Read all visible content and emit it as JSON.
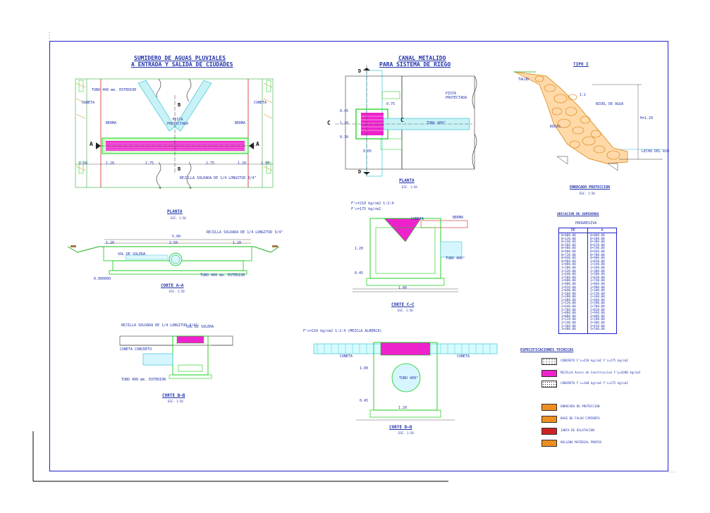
{
  "sheet": {
    "bg": "#ffffff",
    "frame_color": "#2222cc",
    "text_color": "#2233aa"
  },
  "drawing1": {
    "title_line1": "SUMIDERO DE AGUAS PLUVIALES",
    "title_line2": "A ENTRADA Y SALIDA DE CIUDADES",
    "plan_title": "PLANTA",
    "plan_scale": "ESC. 1:50",
    "label_cuneta_l": "CUNETA",
    "label_cuneta_r": "CUNETA",
    "label_berma_l": "BERMA",
    "label_berma_r": "BERMA",
    "label_pista": "PISTA PROYECTADA",
    "label_tubo": "TUBO 400 mm. EXTERIOR",
    "label_rejilla": "REJILLA SOLDADA DE 1/4 LONGITUD 3/4\"",
    "label_a": "A",
    "label_b": "B",
    "dims": [
      "1.50",
      "1.20",
      "2.75",
      "2.75",
      "1.20",
      "1.50"
    ],
    "section_aa_title": "CORTE A—A",
    "section_aa_scale": "ESC. 1:50",
    "aa_top_dim": "5.00",
    "aa_dims": [
      "1.20",
      "2.50",
      "1.20"
    ],
    "aa_label_rejilla": "REJILLA SOLDADA DE 1/4 LONGITUD 3/4\"",
    "aa_label_sol": "SOL DE SOLERA",
    "aa_label_tubo": "TUBO 400 mm. EXTERIOR",
    "aa_label_slope": "0.000000",
    "section_bb_title": "CORTE B—B",
    "section_bb_scale": "ESC. 1:50",
    "bb_label_rejilla": "REJILLA SOLDADA DE 1/4 LONGITUD 3/4\"",
    "bb_label_tubo": "TUBO 400 mm. EXTERIOR",
    "bb_label_sol": "SOL DE SOLERA",
    "bb_label_a": "CUNETA CONCRETO"
  },
  "drawing2": {
    "title_line1": "CANAL METALIDO",
    "title_line2": "PARA SISTEMA DE RIEGO",
    "plan_title": "PLANTA",
    "plan_scale": "ESC. 1:50",
    "label_pista": "PISTA PROYECTADA",
    "label_tubo": "TUBO 400\"",
    "label_c": "C",
    "label_d": "D",
    "dims": [
      "0.75",
      "0.45",
      "1.20",
      "0.30",
      "0.65"
    ],
    "section_cc_title": "CORTE C—C",
    "section_cc_scale": "ESC. 1:50",
    "cc_label_1": "F'c=210 kg/cm2 1:2:4",
    "cc_label_2": "F'c=175 kg/cm2",
    "cc_label_3": "CUNETA",
    "cc_label_4": "BERMA",
    "cc_label_tubo": "TUBO 400\"",
    "cc_dims": [
      "1.20",
      "0.45",
      "1.00"
    ],
    "section_dd_title": "CORTE D—D",
    "section_dd_scale": "ESC. 1:50",
    "dd_label_cuneta_l": "CUNETA",
    "dd_label_cuneta_r": "CUNETA",
    "dd_label_tubo": "TUBO 400\"",
    "dd_label_top": "F'c=210 kg/cm2 1:2:4 (MEZCLA ALBERCA)",
    "dd_dims": [
      "1.00",
      "1.20",
      "0.45"
    ]
  },
  "drawing3": {
    "title": "TIPO I",
    "caption": "ENROCADO PROTECCION",
    "caption_scale": "ESC. 1:50",
    "label_talud": "TALUD",
    "label_rocas": "ROCAS",
    "label_nivel": "NIVEL DE AGUA",
    "label_lecho": "LECHO DEL RIO",
    "label_slope": "1:1",
    "label_h": "H=1.20"
  },
  "table": {
    "title": "UBICACION DE SUMIDEROS",
    "subtitle": "PROGRESIVA",
    "col_de": "DE",
    "col_a": "A",
    "rows_de": [
      "0+000.00",
      "0+120.00",
      "0+240.00",
      "0+360.00",
      "0+480.00",
      "0+600.00",
      "0+720.00",
      "0+840.00",
      "0+960.00",
      "1+080.00",
      "1+200.00",
      "1+320.00",
      "1+440.00",
      "1+560.00",
      "1+680.00",
      "1+800.00",
      "1+920.00",
      "2+040.00",
      "2+160.00",
      "2+280.00",
      "2+400.00",
      "2+520.00",
      "2+640.00",
      "2+760.00",
      "2+880.00",
      "3+000.00",
      "3+120.00",
      "3+240.00",
      "3+360.00",
      "3+480.00"
    ],
    "rows_a": [
      "0+060.00",
      "0+180.00",
      "0+300.00",
      "0+420.00",
      "0+540.00",
      "0+660.00",
      "0+780.00",
      "0+900.00",
      "1+020.00",
      "1+140.00",
      "1+260.00",
      "1+380.00",
      "1+500.00",
      "1+620.00",
      "1+740.00",
      "1+860.00",
      "1+980.00",
      "2+100.00",
      "2+220.00",
      "2+340.00",
      "2+460.00",
      "2+580.00",
      "2+700.00",
      "2+820.00",
      "2+940.00",
      "3+060.00",
      "3+180.00",
      "3+300.00",
      "3+420.00",
      "3+540.00"
    ]
  },
  "specs": {
    "title": "ESPECIFICACIONES TECNICAS",
    "items": [
      {
        "label": "CONCRETO F'c=210 kg/cm2  F'c=175 kg/cm2",
        "color": "#ffffff",
        "pattern": "concrete"
      },
      {
        "label": "REJILLA Acero de Construccion  F'y=4200 kg/cm2",
        "color": "#ee22cc",
        "pattern": "solid"
      },
      {
        "label": "CONCRETO F'c=140 kg/cm2  F'c=175 kg/cm2",
        "color": "#ffffff",
        "pattern": "dots"
      },
      {
        "label": "ENROCADO DE PROTECCION",
        "color": "#ff9933",
        "pattern": "hatch"
      },
      {
        "label": "BASE DE FALSO CIMIENTO",
        "color": "#ff9933",
        "pattern": "hatch2"
      },
      {
        "label": "JUNTA DE DILATACION",
        "color": "#cc2222",
        "pattern": "rect"
      },
      {
        "label": "RELLENO MATERIAL PROPIO",
        "color": "#ff9933",
        "pattern": "hatch3"
      }
    ]
  }
}
